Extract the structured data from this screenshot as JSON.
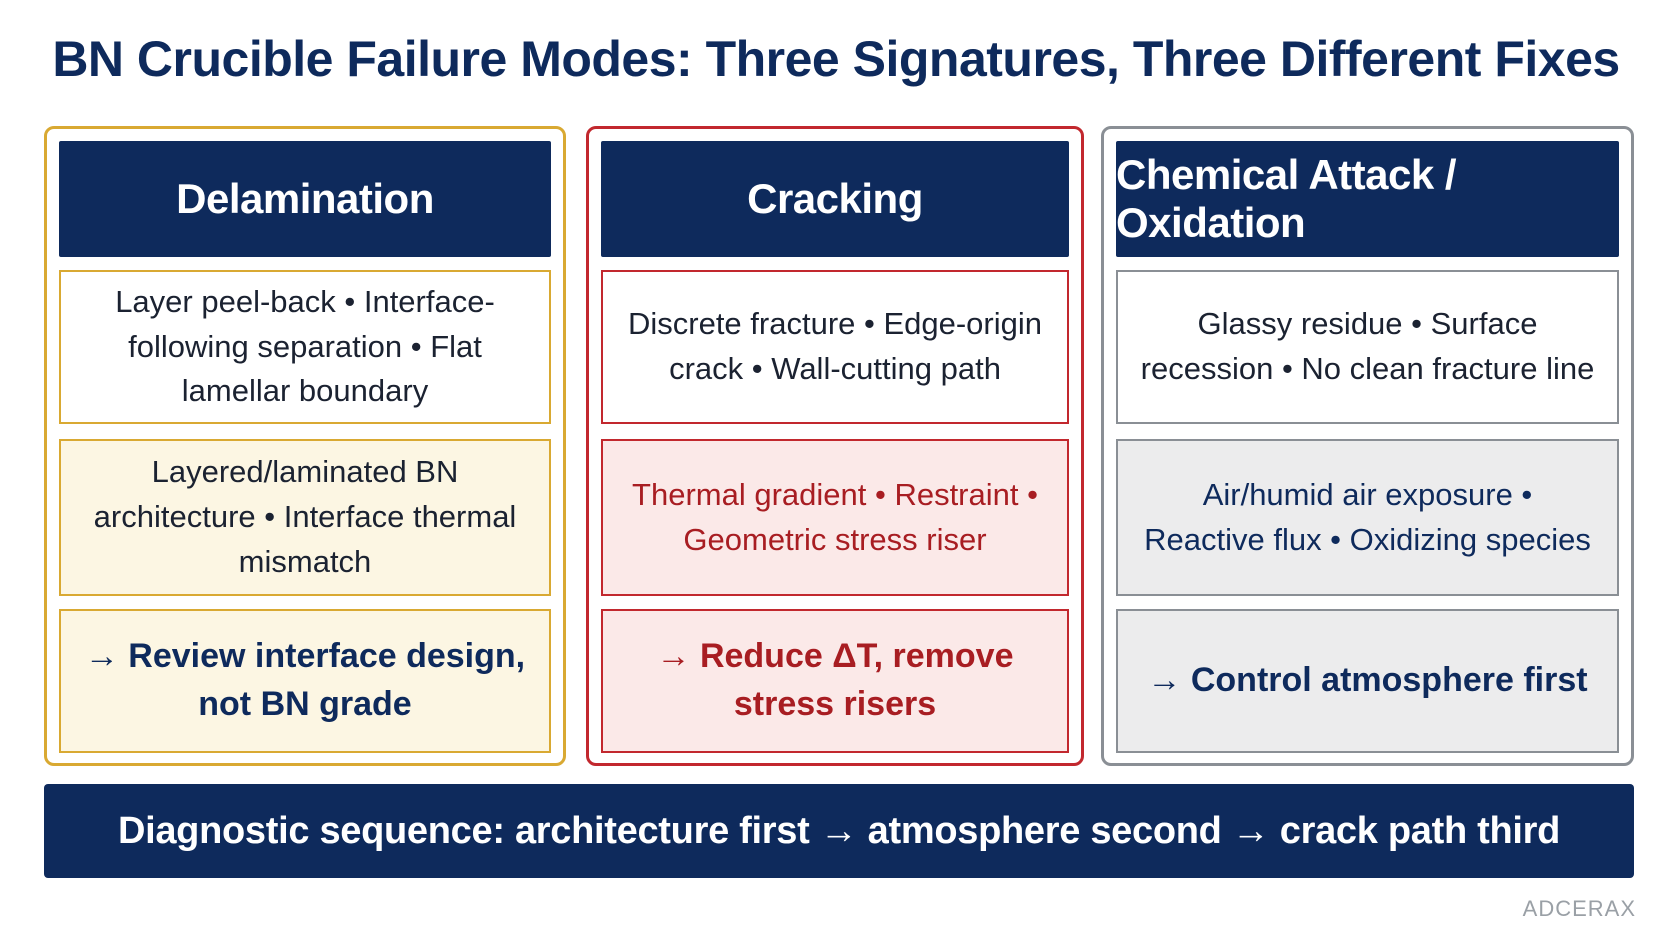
{
  "title": "BN Crucible Failure Modes: Three Signatures, Three Different Fixes",
  "columns": [
    {
      "header": "Delamination",
      "signature": "Layer peel-back • Interface-following separation • Flat lamellar boundary",
      "cause": "Layered/laminated BN architecture • Interface thermal mismatch",
      "fix": "→ Review interface design, not BN grade",
      "accent_color": "#d9a932"
    },
    {
      "header": "Cracking",
      "signature": "Discrete fracture • Edge-origin crack • Wall-cutting path",
      "cause": "Thermal gradient • Restraint • Geometric stress riser",
      "fix": "→ Reduce ΔT, remove stress risers",
      "accent_color": "#c2282e"
    },
    {
      "header": "Chemical Attack / Oxidation",
      "signature": "Glassy residue • Surface recession • No clean fracture line",
      "cause": "Air/humid air exposure • Reactive flux • Oxidizing species",
      "fix": "→ Control atmosphere first",
      "accent_color": "#8a8f95"
    }
  ],
  "footer": "Diagnostic sequence: architecture first → atmosphere second → crack path third",
  "watermark": "ADCERAX",
  "colors": {
    "navy": "#0e2a5c",
    "gold": "#d9a932",
    "red": "#c2282e",
    "gray": "#8a8f95"
  }
}
